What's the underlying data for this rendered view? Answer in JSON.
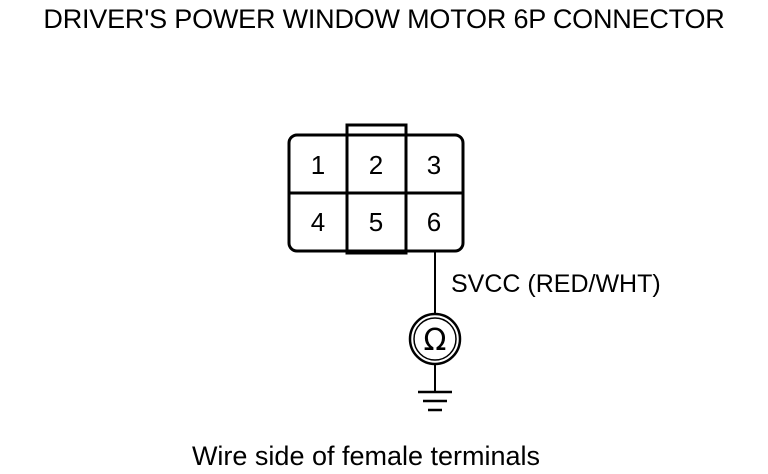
{
  "title": "DRIVER'S POWER WINDOW MOTOR 6P CONNECTOR",
  "connector": {
    "pins": [
      "1",
      "2",
      "3",
      "4",
      "5",
      "6"
    ]
  },
  "wire_label": "SVCC (RED/WHT)",
  "meter_symbol": "Ω",
  "caption": "Wire side of female terminals",
  "icons": [
    "ohmmeter-icon",
    "ground-icon"
  ]
}
